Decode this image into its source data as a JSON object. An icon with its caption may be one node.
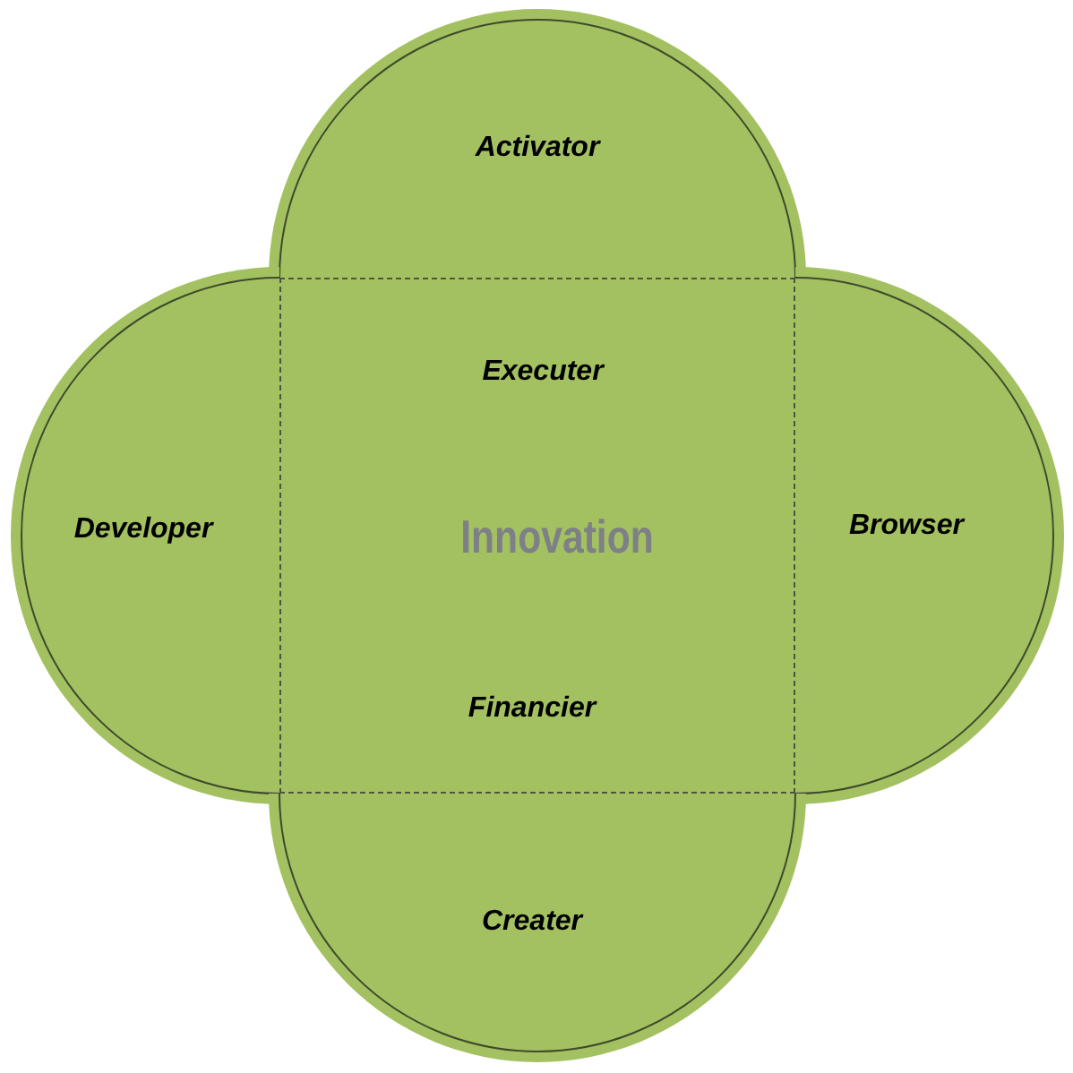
{
  "diagram": {
    "nodes": [
      {
        "text": [
          "Activator"
        ]
      },
      {
        "text": [
          "Developer"
        ]
      },
      {
        "text": [
          "Executer",
          "Innovation",
          "Financier"
        ]
      },
      {
        "text": [
          "Browser"
        ]
      },
      {
        "text": [
          "Creater"
        ]
      }
    ]
  }
}
